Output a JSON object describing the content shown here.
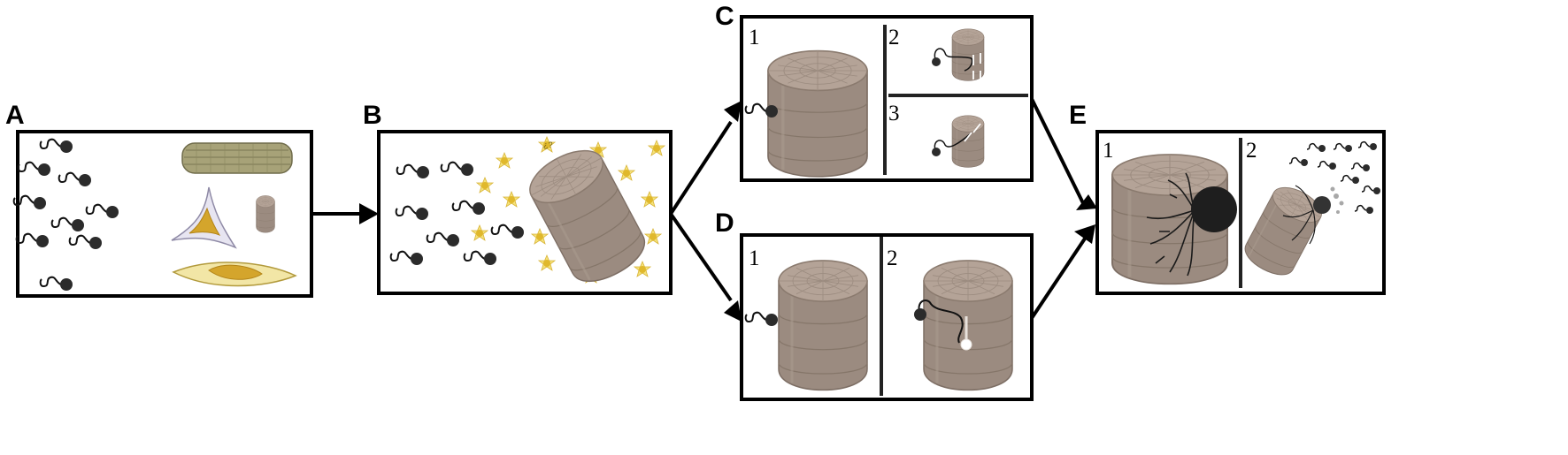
{
  "panels": {
    "A": {
      "label": "A"
    },
    "B": {
      "label": "B",
      "particle_glyph": "¿?"
    },
    "C": {
      "label": "C",
      "sub": [
        "1",
        "2",
        "3"
      ]
    },
    "D": {
      "label": "D",
      "sub": [
        "1",
        "2"
      ]
    },
    "E": {
      "label": "E",
      "sub": [
        "1",
        "2"
      ]
    }
  },
  "colors": {
    "outline": "#000000",
    "cell": "#9b8b80",
    "cell_light": "#b4a397",
    "bacterium": "#2b2b2b",
    "particle": "#e8c94a",
    "diatom_green": "#a7a278",
    "algae_yellow": "#d4a52c"
  },
  "icons": [
    "bacterium-icon",
    "cylindrical-cell-icon",
    "diatom-icon",
    "triangular-algae-icon",
    "spindle-algae-icon",
    "particle-icon",
    "arrow-icon",
    "hyphae-icon"
  ]
}
